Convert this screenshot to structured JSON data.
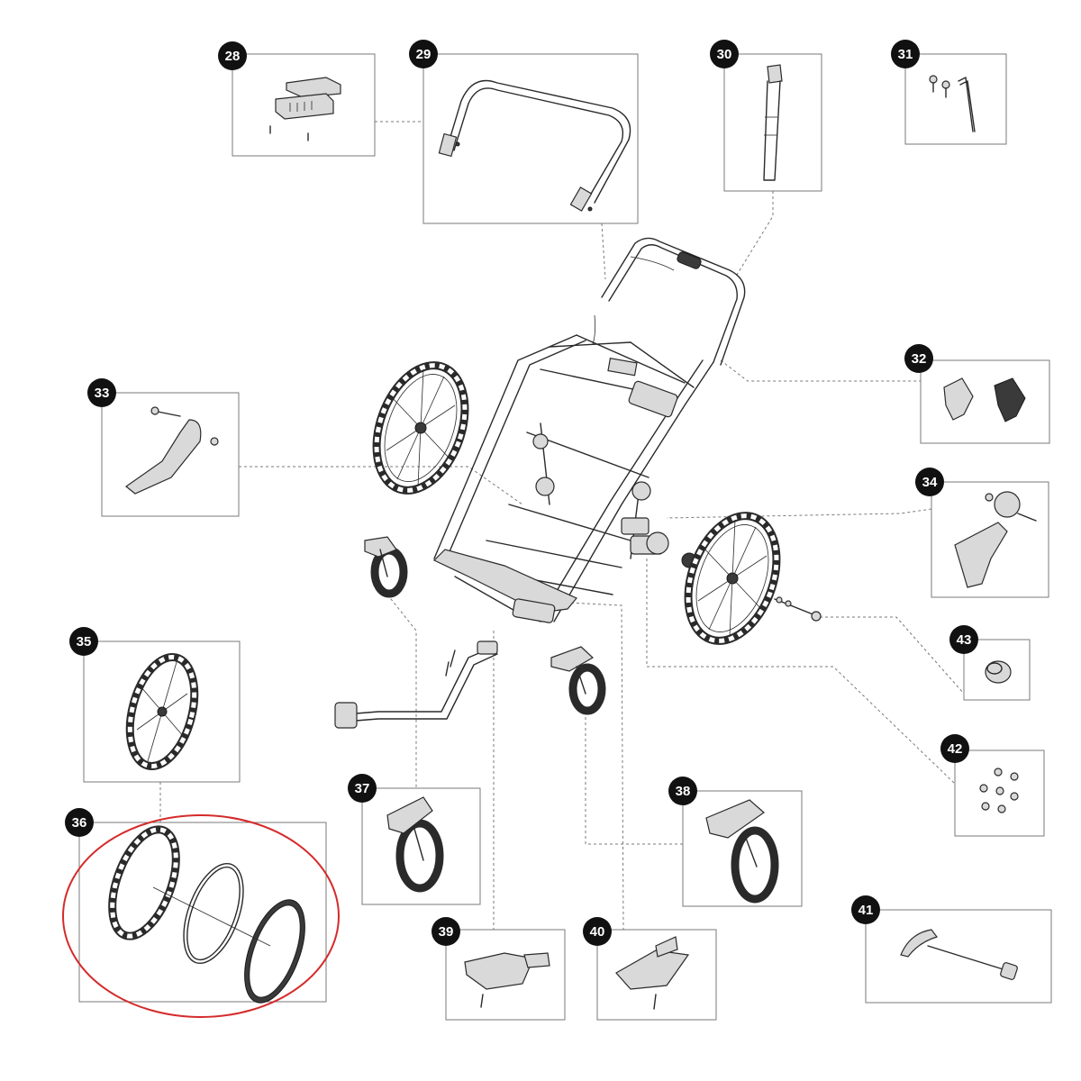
{
  "diagram": {
    "callouts": [
      {
        "id": "28",
        "label": "28",
        "part": "handlebar-grip-icon"
      },
      {
        "id": "29",
        "label": "29",
        "part": "handlebar-icon"
      },
      {
        "id": "30",
        "label": "30",
        "part": "strap-icon"
      },
      {
        "id": "31",
        "label": "31",
        "part": "screws-and-hex-key-icon"
      },
      {
        "id": "32",
        "label": "32",
        "part": "brake-clips-icon"
      },
      {
        "id": "33",
        "label": "33",
        "part": "rear-axle-bracket-left-icon"
      },
      {
        "id": "34",
        "label": "34",
        "part": "rear-axle-bracket-right-icon"
      },
      {
        "id": "35",
        "label": "35",
        "part": "rear-wheel-icon"
      },
      {
        "id": "36",
        "label": "36",
        "part": "tire-tube-rim-icon"
      },
      {
        "id": "37",
        "label": "37",
        "part": "swivel-front-wheel-icon"
      },
      {
        "id": "38",
        "label": "38",
        "part": "swivel-front-wheel-icon"
      },
      {
        "id": "39",
        "label": "39",
        "part": "wheel-mount-icon"
      },
      {
        "id": "40",
        "label": "40",
        "part": "wheel-mount-icon"
      },
      {
        "id": "41",
        "label": "41",
        "part": "quick-release-skewer-icon"
      },
      {
        "id": "42",
        "label": "42",
        "part": "screw-set-icon"
      },
      {
        "id": "43",
        "label": "43",
        "part": "cap-icon"
      }
    ],
    "highlighted_callout": "36",
    "colors": {
      "badge": "#111111",
      "highlight": "#d52b2b",
      "box_border": "#7a7a7a",
      "line_art": "#2a2a2a"
    }
  }
}
